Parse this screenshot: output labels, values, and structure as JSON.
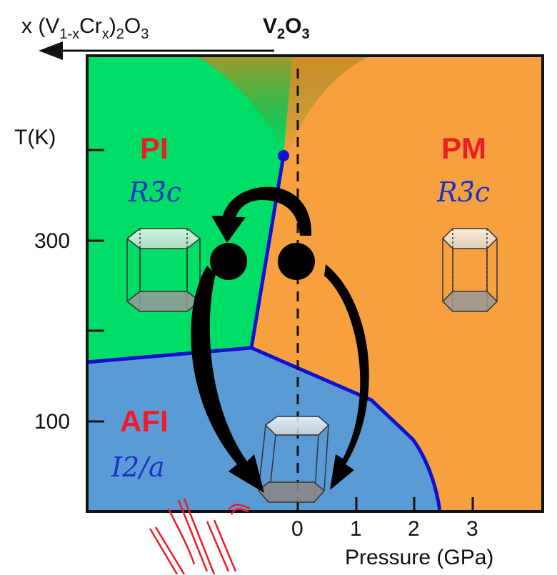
{
  "header": {
    "doping_prefix": "x (V",
    "doping_sub1": "1-x",
    "doping_mid": "Cr",
    "doping_sub2": "x",
    "doping_close": ")",
    "doping_sub3": "2",
    "doping_o": "O",
    "doping_sub4": "3",
    "compound_v": "V",
    "compound_sub1": "2",
    "compound_o": "O",
    "compound_sub2": "3"
  },
  "axes": {
    "y_label": "T(K)",
    "y_ticks": [
      "300",
      "100"
    ],
    "x_ticks": [
      "0",
      "1",
      "2",
      "3"
    ],
    "x_label": "Pressure (GPa)"
  },
  "phases": {
    "pi": {
      "name": "PI",
      "group": "R3̄c"
    },
    "pm": {
      "name": "PM",
      "group": "R3̄c"
    },
    "afi": {
      "name": "AFI",
      "group": "I2/a"
    }
  },
  "colors": {
    "pi": "#00dd66",
    "pm": "#f7a040",
    "afi": "#5b9bd5",
    "boundary": "#1010d0",
    "phase_name": "#ee1c24",
    "group": "#1a33c8",
    "pulse": "#ee1c24"
  },
  "icons": [
    "hexagonal-prism-icon",
    "curved-arrow-icon",
    "laser-pulse-icon"
  ]
}
